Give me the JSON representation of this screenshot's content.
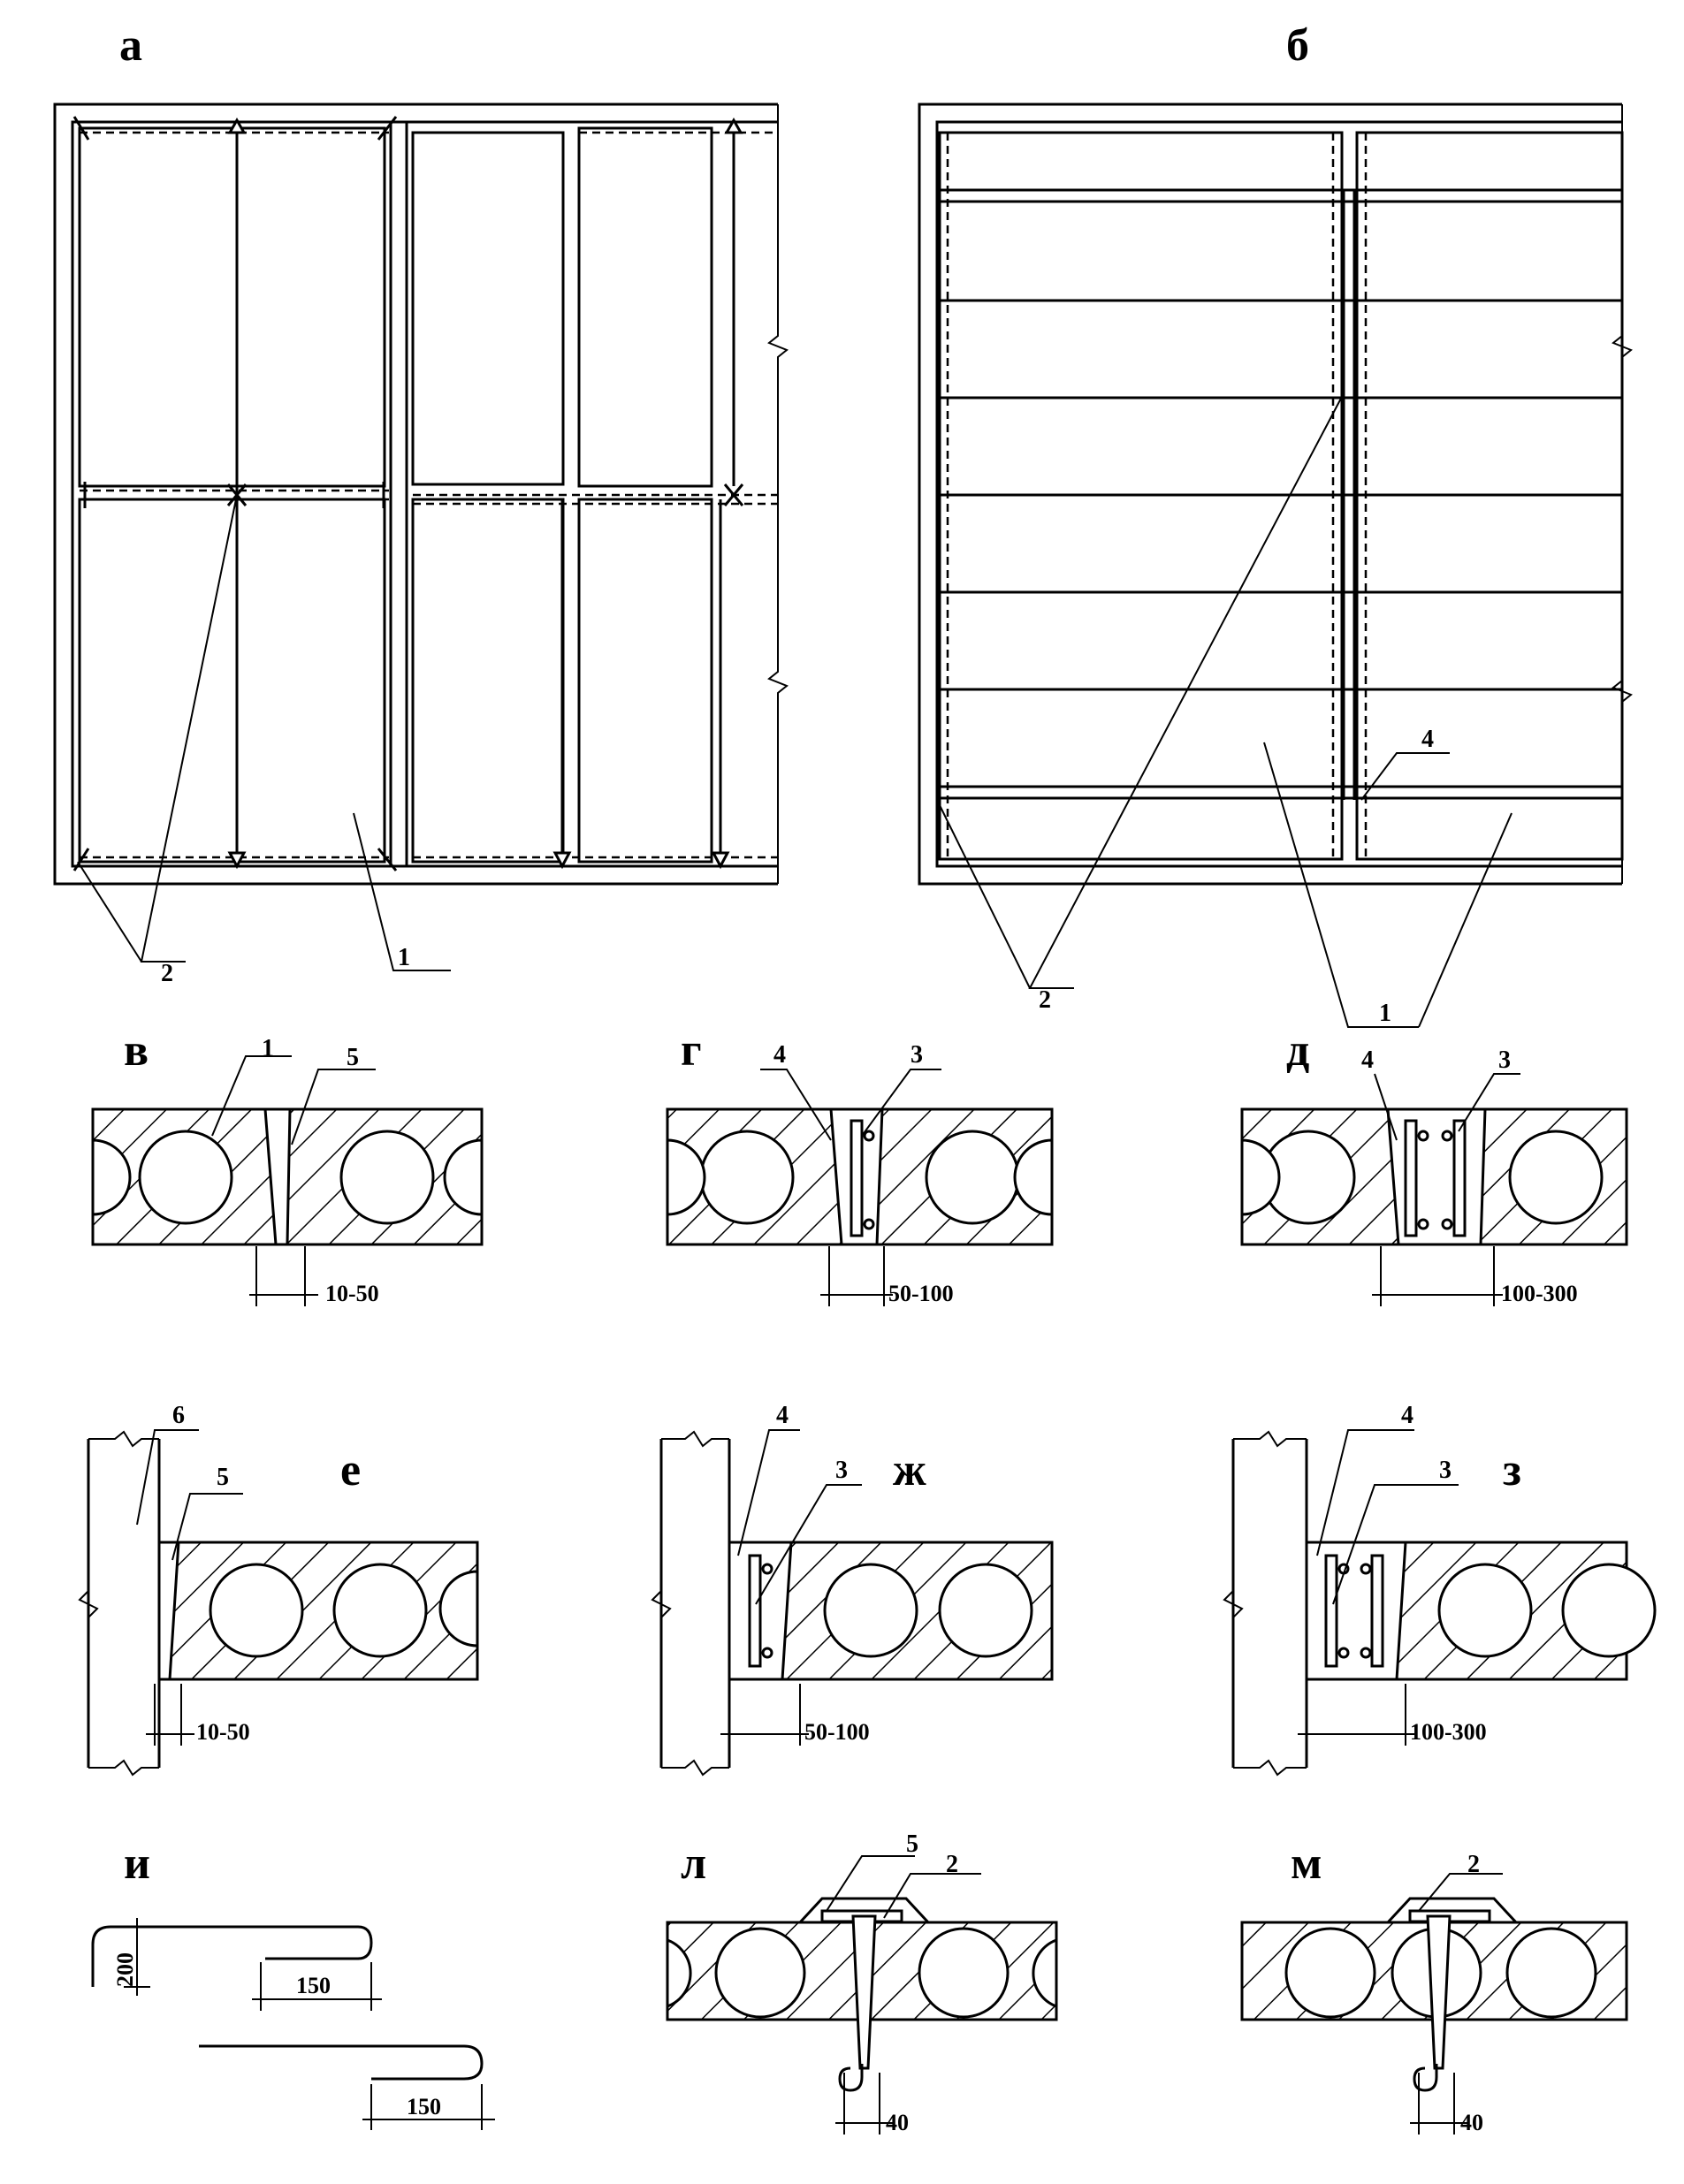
{
  "figure_labels": {
    "a": "а",
    "b": "б",
    "v": "в",
    "g": "г",
    "d": "д",
    "e": "е",
    "zh": "ж",
    "z": "з",
    "i": "и",
    "l": "л",
    "m": "м"
  },
  "callouts": {
    "c1": "1",
    "c2": "2",
    "c3": "3",
    "c4": "4",
    "c5": "5",
    "c6": "6"
  },
  "dimensions": {
    "gap_small": "10-50",
    "gap_medium": "50-100",
    "gap_large": "100-300",
    "hook_height": "200",
    "hook_length": "150",
    "anchor_width": "40"
  }
}
